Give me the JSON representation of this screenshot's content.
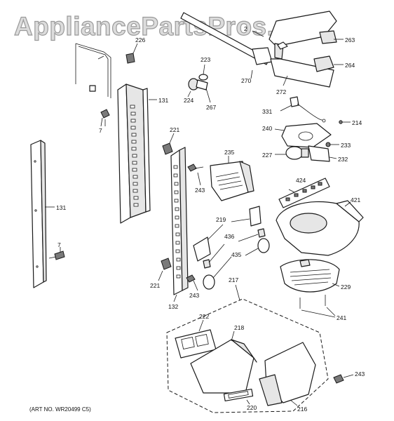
{
  "watermark": "AppliancePartsPros.com",
  "art_number": "(ART NO. WR20499 C5)",
  "labels": {
    "p226": "226",
    "p2xx": "2",
    "p263": "263",
    "p264": "264",
    "p223": "223",
    "p270": "270",
    "p272": "272",
    "p224": "224",
    "p267": "267",
    "p131a": "131",
    "p131b": "131",
    "p7a": "7",
    "p7b": "7",
    "p221a": "221",
    "p221b": "221",
    "p331": "331",
    "p214": "214",
    "p240": "240",
    "p233": "233",
    "p227": "227",
    "p232": "232",
    "p235": "235",
    "p243a": "243",
    "p243b": "243",
    "p243c": "243",
    "p424": "424",
    "p421": "421",
    "p219": "219",
    "p436": "436",
    "p435": "435",
    "p132": "132",
    "p217": "217",
    "p229": "229",
    "p241": "241",
    "p222": "222",
    "p218": "218",
    "p220": "220",
    "p216": "216"
  }
}
